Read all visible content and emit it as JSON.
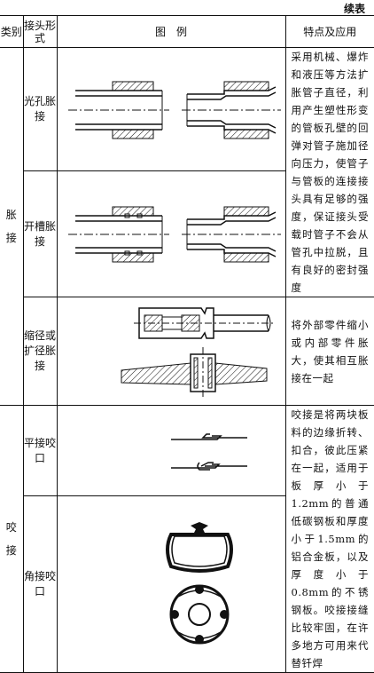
{
  "continued": "续表",
  "headers": {
    "category": "类别",
    "form": "接头形式",
    "figure": "图　例",
    "features": "特点及应用"
  },
  "rows": {
    "expand": {
      "category_chars": [
        "胀",
        "接"
      ],
      "forms": {
        "smooth": "光孔胀接",
        "groove": "开槽胀接",
        "shrink": "缩径或扩径胀接"
      },
      "desc_main": "采用机械、爆炸和液压等方法扩胀管子直径，利用产生塑性形变的管板孔壁的回弹对管子施加径向压力，使管子与管板的连接接头具有足够的强度，保证接头受载时管子不会从管孔中拉脱，且有良好的密封强度",
      "desc_shrink": "将外部零件缩小或内部零件胀大，使其相互胀接在一起"
    },
    "seam": {
      "category_chars": [
        "咬",
        "接"
      ],
      "forms": {
        "flat": "平接咬口",
        "corner": "角接咬口"
      },
      "desc": "咬接是将两块板料的边缘折转、扣合，彼此压紧在一起，适用于板厚小于1.2mm的普通低碳钢板和厚度小于1.5mm的铝合金板，以及厚度小于0.8mm的不锈钢板。咬接接缝比较牢固，在许多地方可用来代替钎焊"
    }
  }
}
